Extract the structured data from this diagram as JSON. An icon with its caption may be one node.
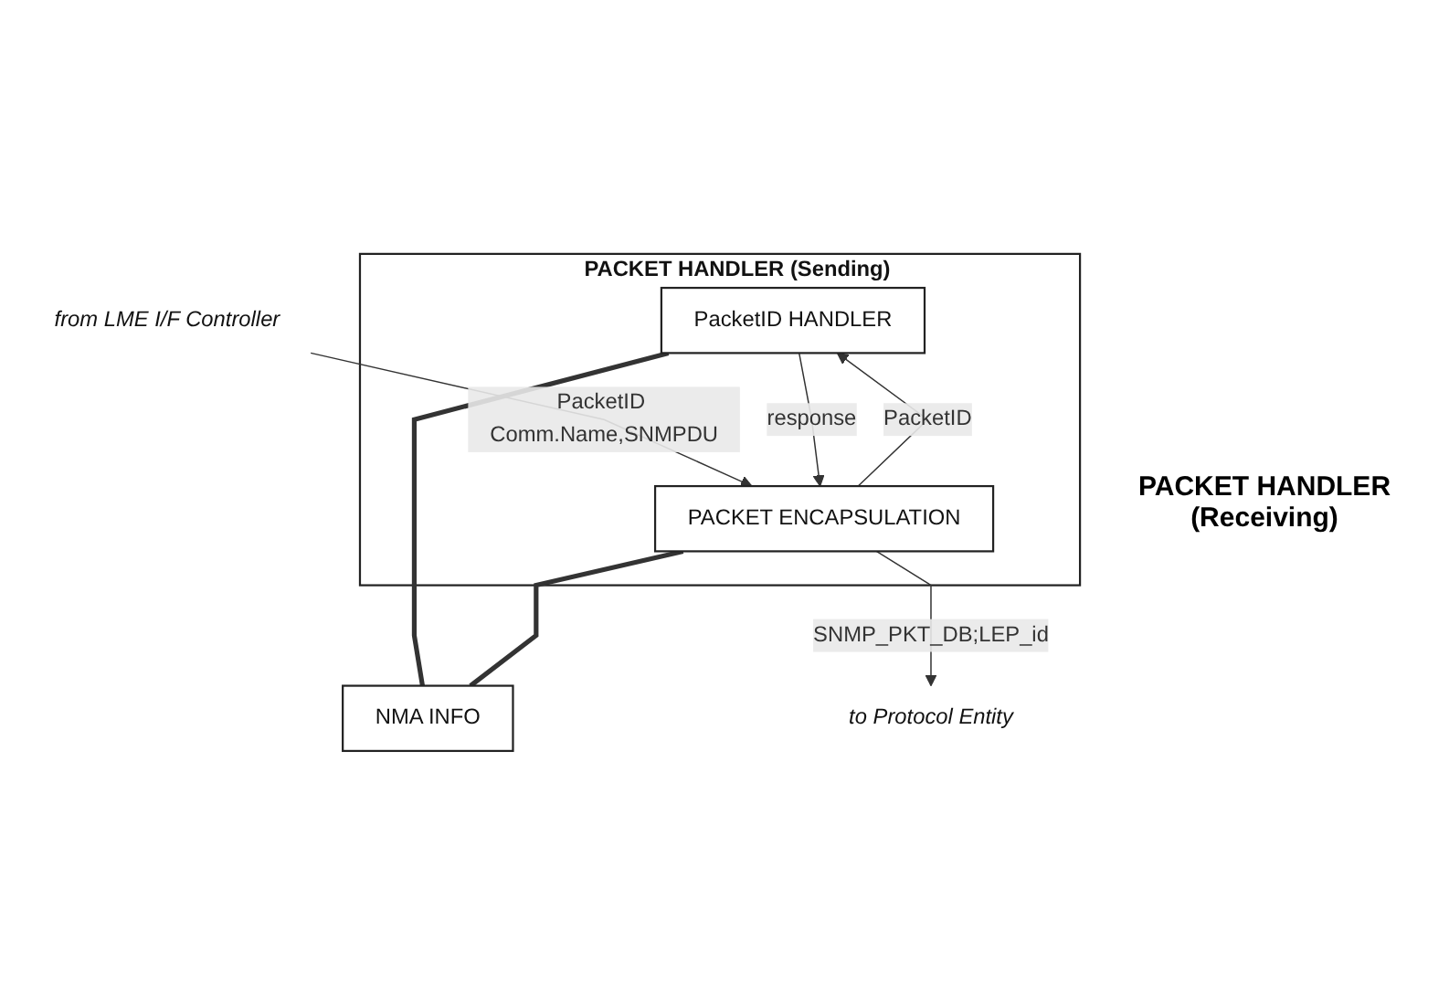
{
  "diagram": {
    "nodes": [
      {
        "text": [
          "PACKET HANDLER (Sending)"
        ]
      },
      {
        "text": [
          "from LME I/F Controller"
        ]
      },
      {
        "text": [
          "PacketID HANDLER"
        ],
        "in": 0
      },
      {
        "text": [
          "PACKET ENCAPSULATION"
        ],
        "in": 0
      },
      {
        "text": [
          "NMA INFO"
        ]
      },
      {
        "text": [
          "to Protocol Entity"
        ]
      }
    ],
    "edges": [
      {
        "from": 1,
        "to": 3,
        "arrow": "to",
        "label": "PacketID Comm.Name,SNMPDU"
      },
      {
        "from": 3,
        "to": 2,
        "arrow": "to",
        "label": "PacketID"
      },
      {
        "from": 2,
        "to": 3,
        "arrow": "to",
        "label": "response"
      },
      {
        "from": 2,
        "to": 4,
        "arrow": "none",
        "style": "thick"
      },
      {
        "from": 3,
        "to": 4,
        "arrow": "none",
        "style": "thick"
      },
      {
        "from": 3,
        "to": 5,
        "arrow": "to",
        "label": "SNMP_PKT_DB;LEP_id"
      }
    ],
    "labels": [
      "PACKET HANDLER (Receiving)"
    ]
  }
}
